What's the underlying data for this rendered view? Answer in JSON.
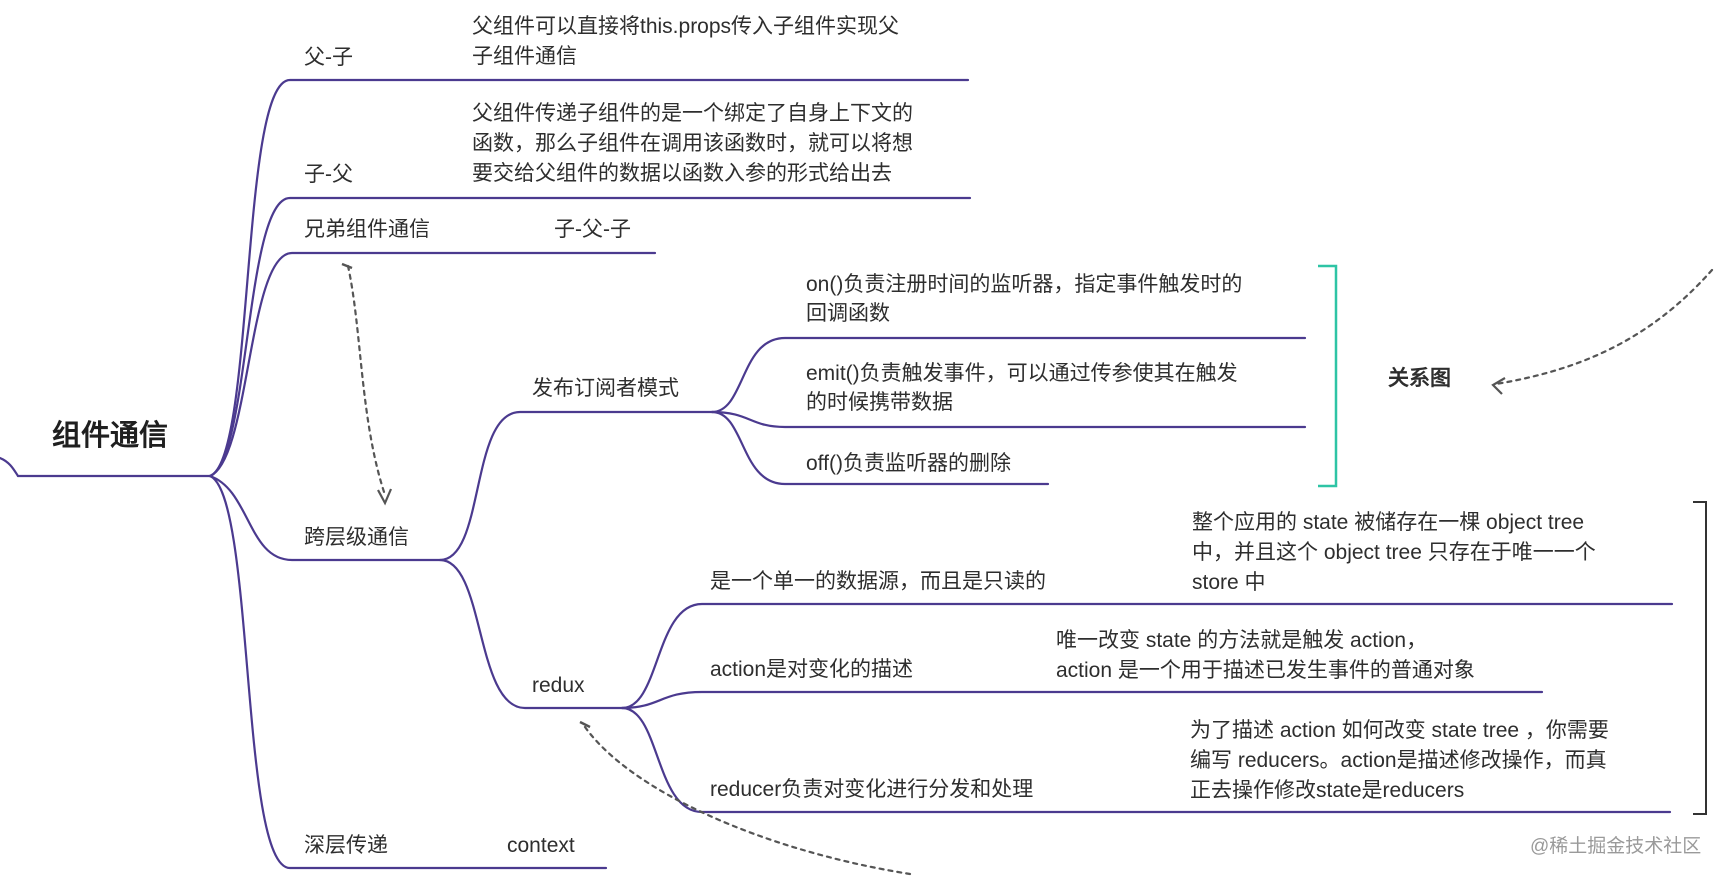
{
  "root": "组件通信",
  "branches": {
    "parent_child": {
      "label": "父-子",
      "desc": [
        "父组件可以直接将this.props传入子组件实现父",
        "子组件通信"
      ]
    },
    "child_parent": {
      "label": "子-父",
      "desc": [
        "父组件传递子组件的是一个绑定了自身上下文的",
        "函数，那么子组件在调用该函数时，就可以将想",
        "要交给父组件的数据以函数入参的形式给出去"
      ]
    },
    "sibling": {
      "label": "兄弟组件通信",
      "child": "子-父-子"
    },
    "cross_level": {
      "label": "跨层级通信",
      "pubsub": {
        "label": "发布订阅者模式",
        "items": [
          [
            "on()负责注册时间的监听器，指定事件触发时的",
            "回调函数"
          ],
          [
            "emit()负责触发事件，可以通过传参使其在触发",
            "的时候携带数据"
          ],
          [
            "off()负责监听器的删除"
          ]
        ],
        "relation": "关系图"
      },
      "redux": {
        "label": "redux",
        "items": [
          {
            "label": "是一个单一的数据源，而且是只读的",
            "desc": [
              "整个应用的 state 被储存在一棵 object tree",
              "中，并且这个 object tree 只存在于唯一一个",
              "store 中"
            ]
          },
          {
            "label": "action是对变化的描述",
            "desc": [
              "唯一改变 state 的方法就是触发 action，",
              "action 是一个用于描述已发生事件的普通对象"
            ]
          },
          {
            "label": "reducer负责对变化进行分发和处理",
            "desc": [
              "为了描述 action 如何改变 state tree ，你需要",
              "编写 reducers。action是描述修改操作，而真",
              "正去操作修改state是reducers"
            ]
          }
        ]
      }
    },
    "deep": {
      "label": "深层传递",
      "child": "context"
    }
  },
  "watermark": "@稀土掘金技术社区",
  "colors": {
    "branch": "#4b3a8f",
    "bracket": "#2ec4a5",
    "dashed": "#555555"
  }
}
